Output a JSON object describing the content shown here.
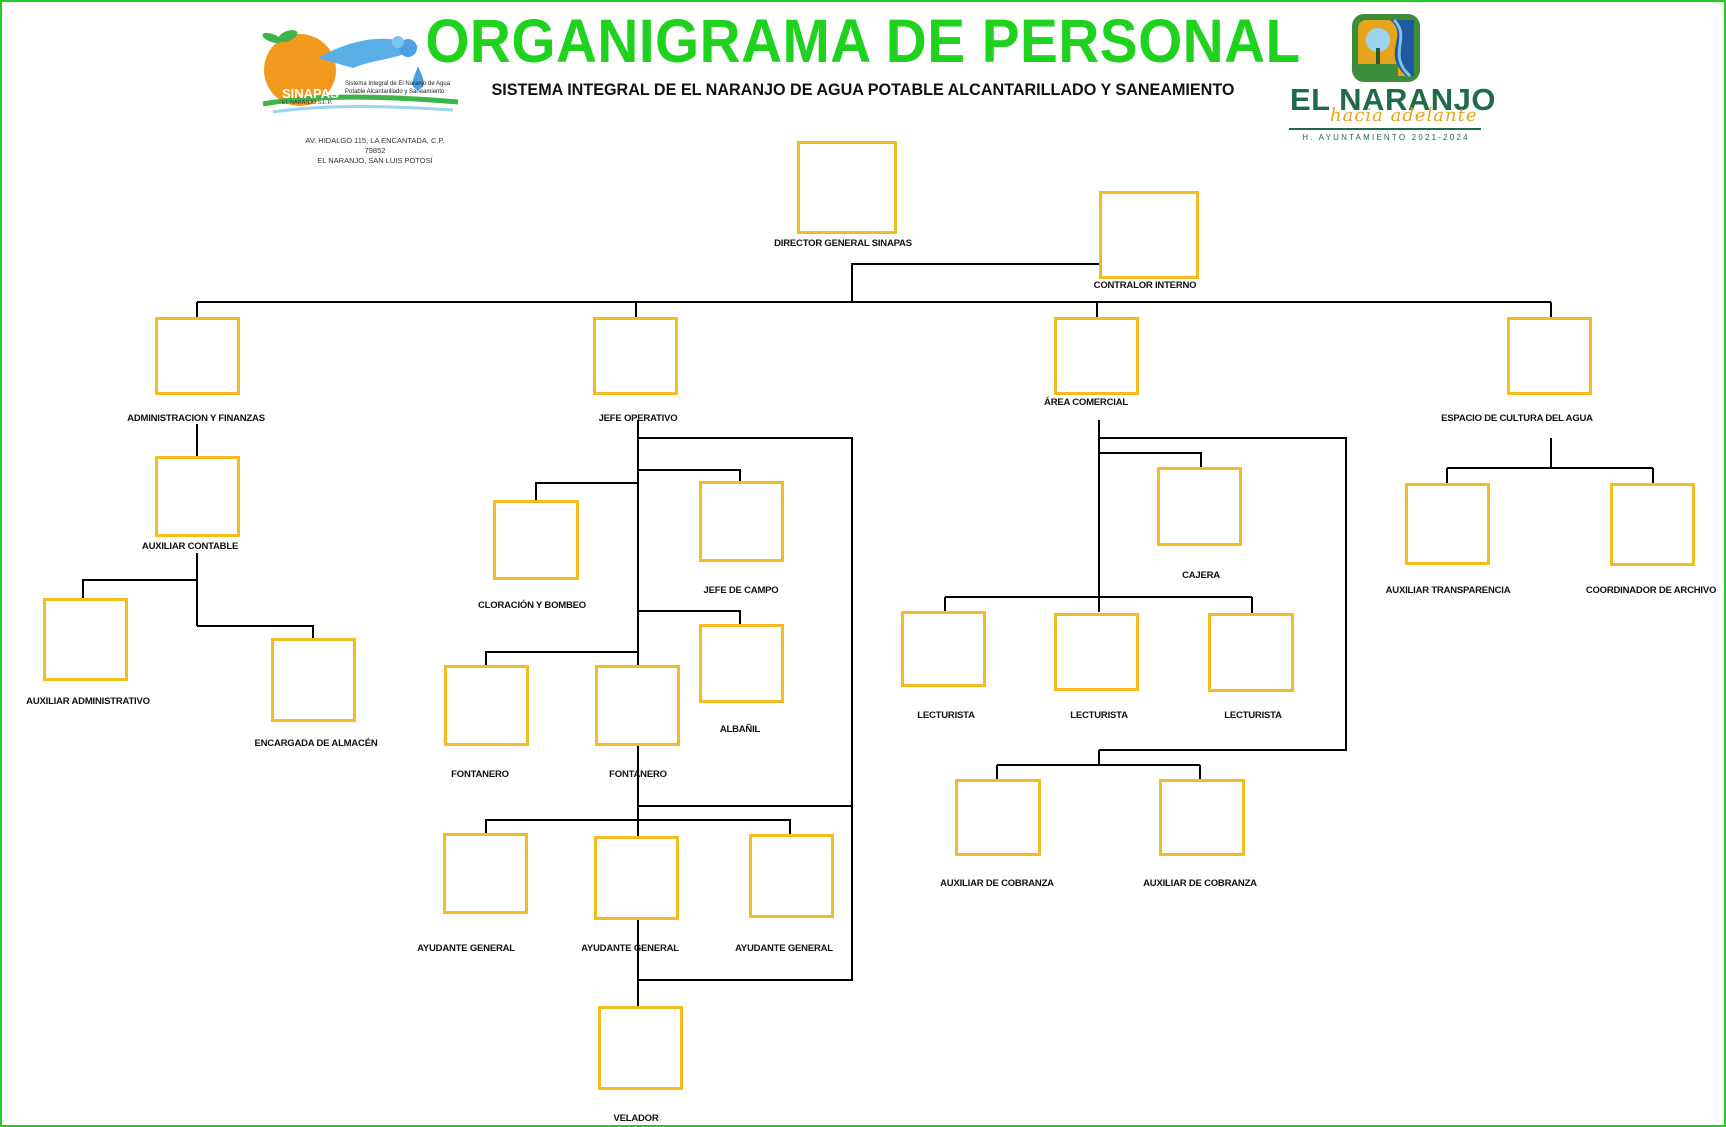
{
  "title": "ORGANIGRAMA DE PERSONAL",
  "subtitle": "SISTEMA INTEGRAL DE EL NARANJO DE AGUA POTABLE ALCANTARILLADO Y SANEAMIENTO",
  "colors": {
    "title": "#1ed21e",
    "box_border": "#f5bc1f",
    "frame": "#22cc22",
    "naranjo_green": "#1f6a4a",
    "naranjo_orange": "#e6a31c"
  },
  "logo_sinapas": {
    "name": "SINAPAS",
    "sub": "EL NARANJO S.L.P.",
    "description": "Sistema Integral de El Naranjo de Agua Potable Alcantarillado y Saneamiento",
    "address_line1": "AV. HIDALGO 115, LA ENCANTADA, C.P. 79852",
    "address_line2": "EL NARANJO, SAN LUIS POTOSÍ"
  },
  "logo_naranjo": {
    "name": "EL NARANJO",
    "tagline": "hacia adelante",
    "ayuntamiento": "H. AYUNTAMIENTO 2021-2024",
    "emblem_icon": "tree-river-emblem-icon"
  },
  "nodes": {
    "director": "DIRECTOR GENERAL SINAPAS",
    "contralor": "CONTRALOR INTERNO",
    "admin": "ADMINISTRACION Y FINANZAS",
    "jefe_operativo": "JEFE OPERATIVO",
    "area_comercial": "ÁREA COMERCIAL",
    "espacio_cultura": "ESPACIO DE CULTURA DEL AGUA",
    "aux_contable": "AUXILIAR CONTABLE",
    "aux_admin": "AUXILIAR ADMINISTRATIVO",
    "almacen": "ENCARGADA DE ALMACÉN",
    "cloracion": "CLORACIÓN Y BOMBEO",
    "jefe_campo": "JEFE DE CAMPO",
    "albanil": "ALBAÑIL",
    "fontanero1": "FONTANERO",
    "fontanero2": "FONTANERO",
    "ayudante1": "AYUDANTE GENERAL",
    "ayudante2": "AYUDANTE GENERAL",
    "ayudante3": "AYUDANTE GENERAL",
    "velador": "VELADOR",
    "cajera": "CAJERA",
    "lecturista1": "LECTURISTA",
    "lecturista2": "LECTURISTA",
    "lecturista3": "LECTURISTA",
    "cobranza1": "AUXILIAR DE COBRANZA",
    "cobranza2": "AUXILIAR DE COBRANZA",
    "aux_transparencia": "AUXILIAR TRANSPARENCIA",
    "coord_archivo": "COORDINADOR DE ARCHIVO"
  }
}
